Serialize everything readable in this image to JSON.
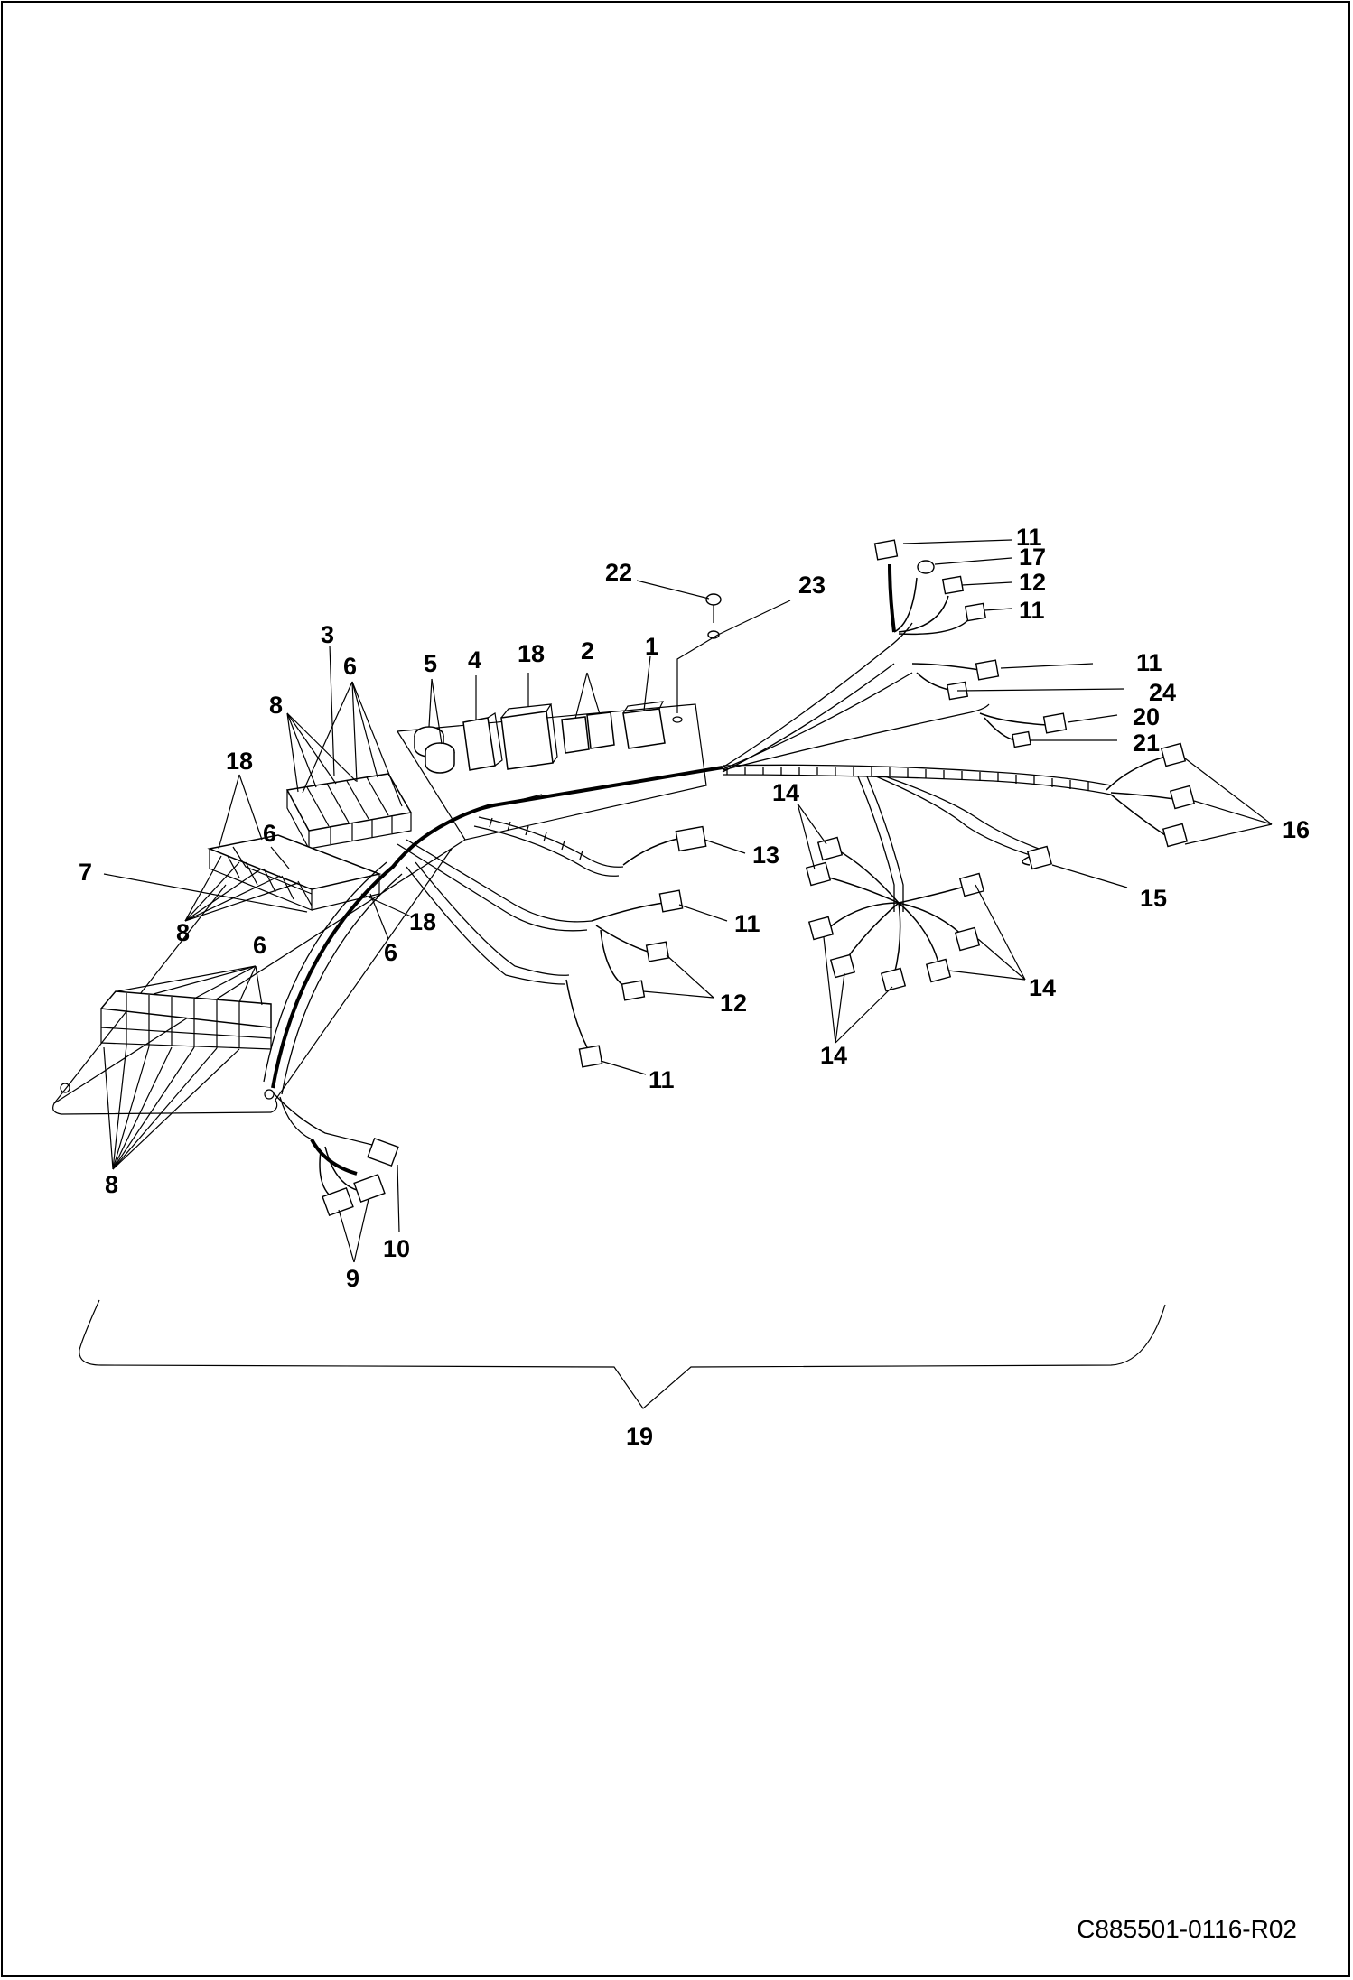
{
  "document": {
    "drawing_id": "C885501-0116-R02"
  },
  "callouts": {
    "c1": "1",
    "c2": "2",
    "c3": "3",
    "c4": "4",
    "c5": "5",
    "c6": "6",
    "c7": "7",
    "c8": "8",
    "c9": "9",
    "c10": "10",
    "c11": "11",
    "c12": "12",
    "c13": "13",
    "c14": "14",
    "c15": "15",
    "c16": "16",
    "c17": "17",
    "c18": "18",
    "c19": "19",
    "c20": "20",
    "c21": "21",
    "c22": "22",
    "c23": "23",
    "c24": "24"
  },
  "colors": {
    "line": "#000000",
    "background": "#ffffff"
  }
}
